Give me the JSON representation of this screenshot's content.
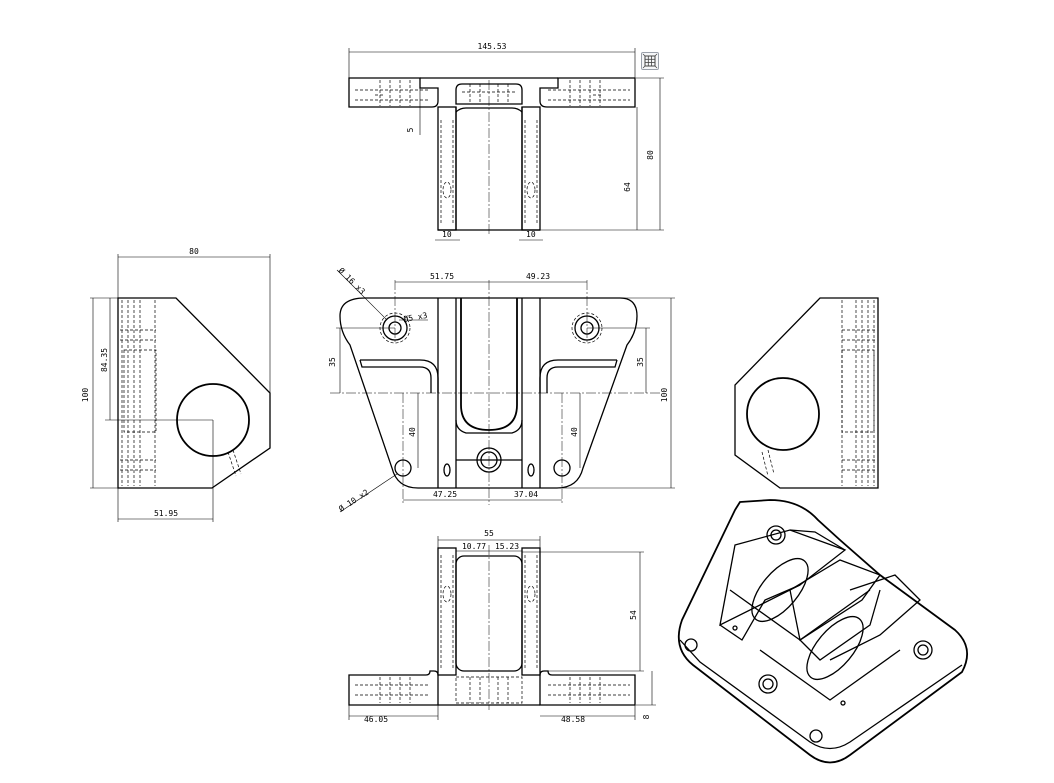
{
  "toolbar": {
    "fit_icon": "grid-fit-icon"
  },
  "top_view": {
    "dims": {
      "width": "145.53",
      "height": "80",
      "inner": "64",
      "step": "5",
      "left_wall": "10",
      "right_wall": "10"
    }
  },
  "left_view": {
    "dims": {
      "width": "80",
      "height": "100",
      "inner": "84.35",
      "offset": "51.95"
    }
  },
  "front_view": {
    "dims": {
      "hole_top_dia": "Ø 16 x3",
      "counterbore": "Ø5 x3",
      "hole_bottom_dia": "Ø 10 x2",
      "top_left": "51.75",
      "top_right": "49.23",
      "left_35": "35",
      "right_35": "35",
      "left_40": "40",
      "right_40": "40",
      "bottom_left": "47.25",
      "bottom_right": "37.04",
      "height": "100"
    }
  },
  "bottom_view": {
    "dims": {
      "width": "55",
      "offset_left": "10.77",
      "offset_right": "15.23",
      "inner": "54",
      "left_flange": "46.05",
      "right_flange": "48.58",
      "flange_h": "8"
    }
  }
}
